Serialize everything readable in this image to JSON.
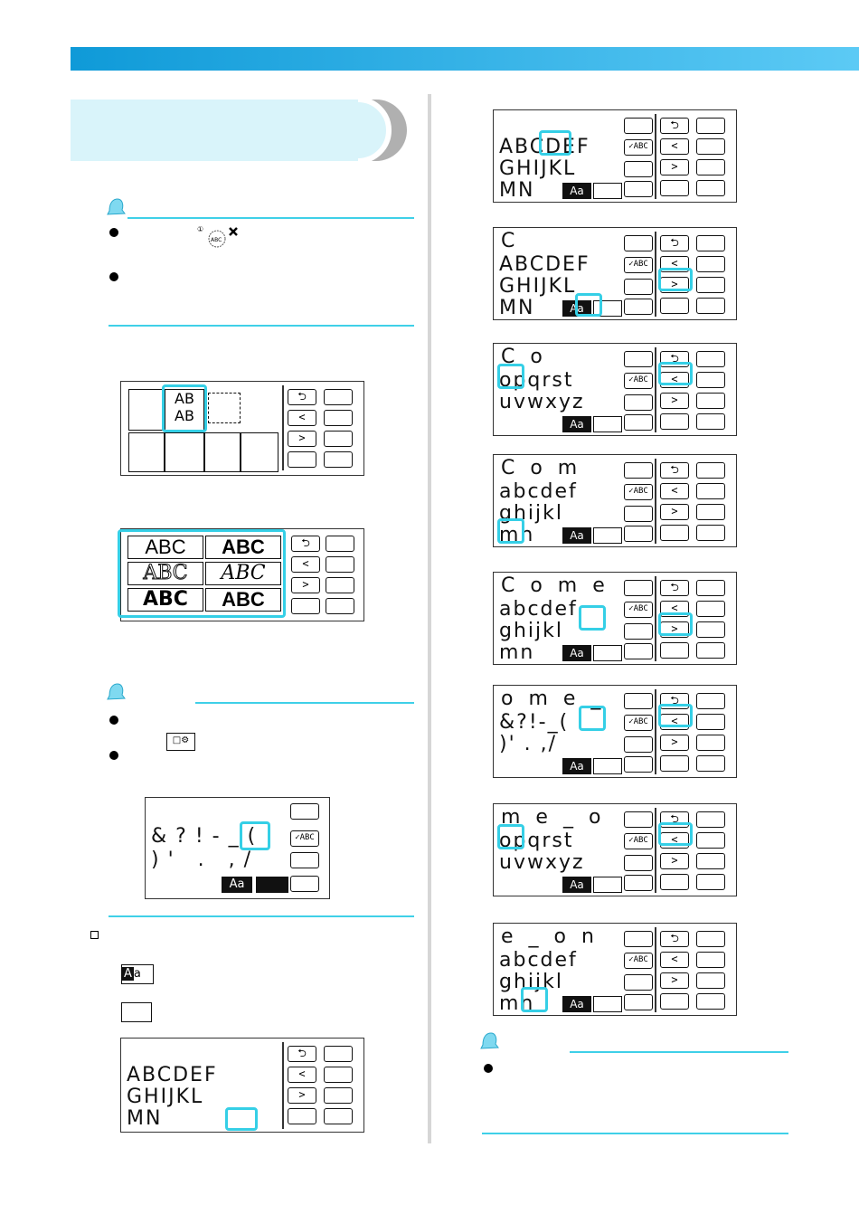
{
  "colors": {
    "accent": "#35cfe6",
    "bar": "#0f9ad8",
    "panel": "#d9f4fa"
  },
  "icons": [
    "note-bell-icon",
    "bullet-icon",
    "alphabet-icon",
    "menu-icon"
  ],
  "right_screens": [
    {
      "input": "",
      "row1": "ABCDEF",
      "row2": "GHIJKL",
      "row3": "MN"
    },
    {
      "input": "C",
      "row1": "ABCDEF",
      "row2": "GHIJKL",
      "row3": "MN"
    },
    {
      "input": "C o",
      "row1": "opqrst",
      "row2": "uvwxyz",
      "row3": ""
    },
    {
      "input": "C o m",
      "row1": "abcdef",
      "row2": "ghijkl",
      "row3": "mn"
    },
    {
      "input": "C o m e",
      "row1": "abcdef",
      "row2": "ghijkl",
      "row3": "mn"
    },
    {
      "input": "o m e _",
      "row1": "&?!-_(",
      "row2": ")' . ,/",
      "row3": ""
    },
    {
      "input": "m e _ o",
      "row1": "opqrst",
      "row2": "uvwxyz",
      "row3": ""
    },
    {
      "input": "e _ o n",
      "row1": "abcdef",
      "row2": "ghijkl",
      "row3": "mn"
    }
  ],
  "fonts": [
    "ABC",
    "ABC",
    "ABC",
    "ABC",
    "ABC",
    "ABC"
  ],
  "menu": {
    "r1": "AB",
    "r2": "AB"
  },
  "sym": {
    "row1": "&?!-_(",
    "row2": ")' . ,/"
  },
  "bottom": {
    "row1": "ABCDEF",
    "row2": "GHIJKL",
    "row3": "MN"
  },
  "btn": {
    "back": "⮌",
    "left": "<",
    "right": ">",
    "abc": "✓ABC",
    "aa": "Aa"
  }
}
